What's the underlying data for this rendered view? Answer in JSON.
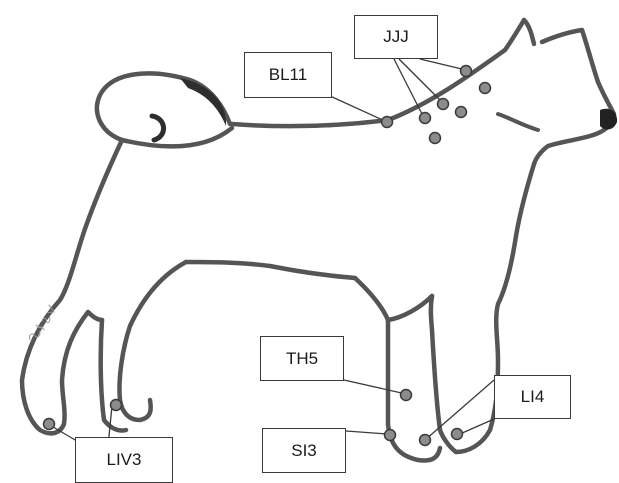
{
  "labels": {
    "jjj": "JJJ",
    "bl11": "BL11",
    "th5": "TH5",
    "si3": "SI3",
    "li4": "LI4",
    "liv3": "LIV3"
  },
  "signature": "Stev",
  "colors": {
    "outline": "#555555",
    "point_fill": "#8c8c8c",
    "box_border": "#3a3a3a"
  }
}
